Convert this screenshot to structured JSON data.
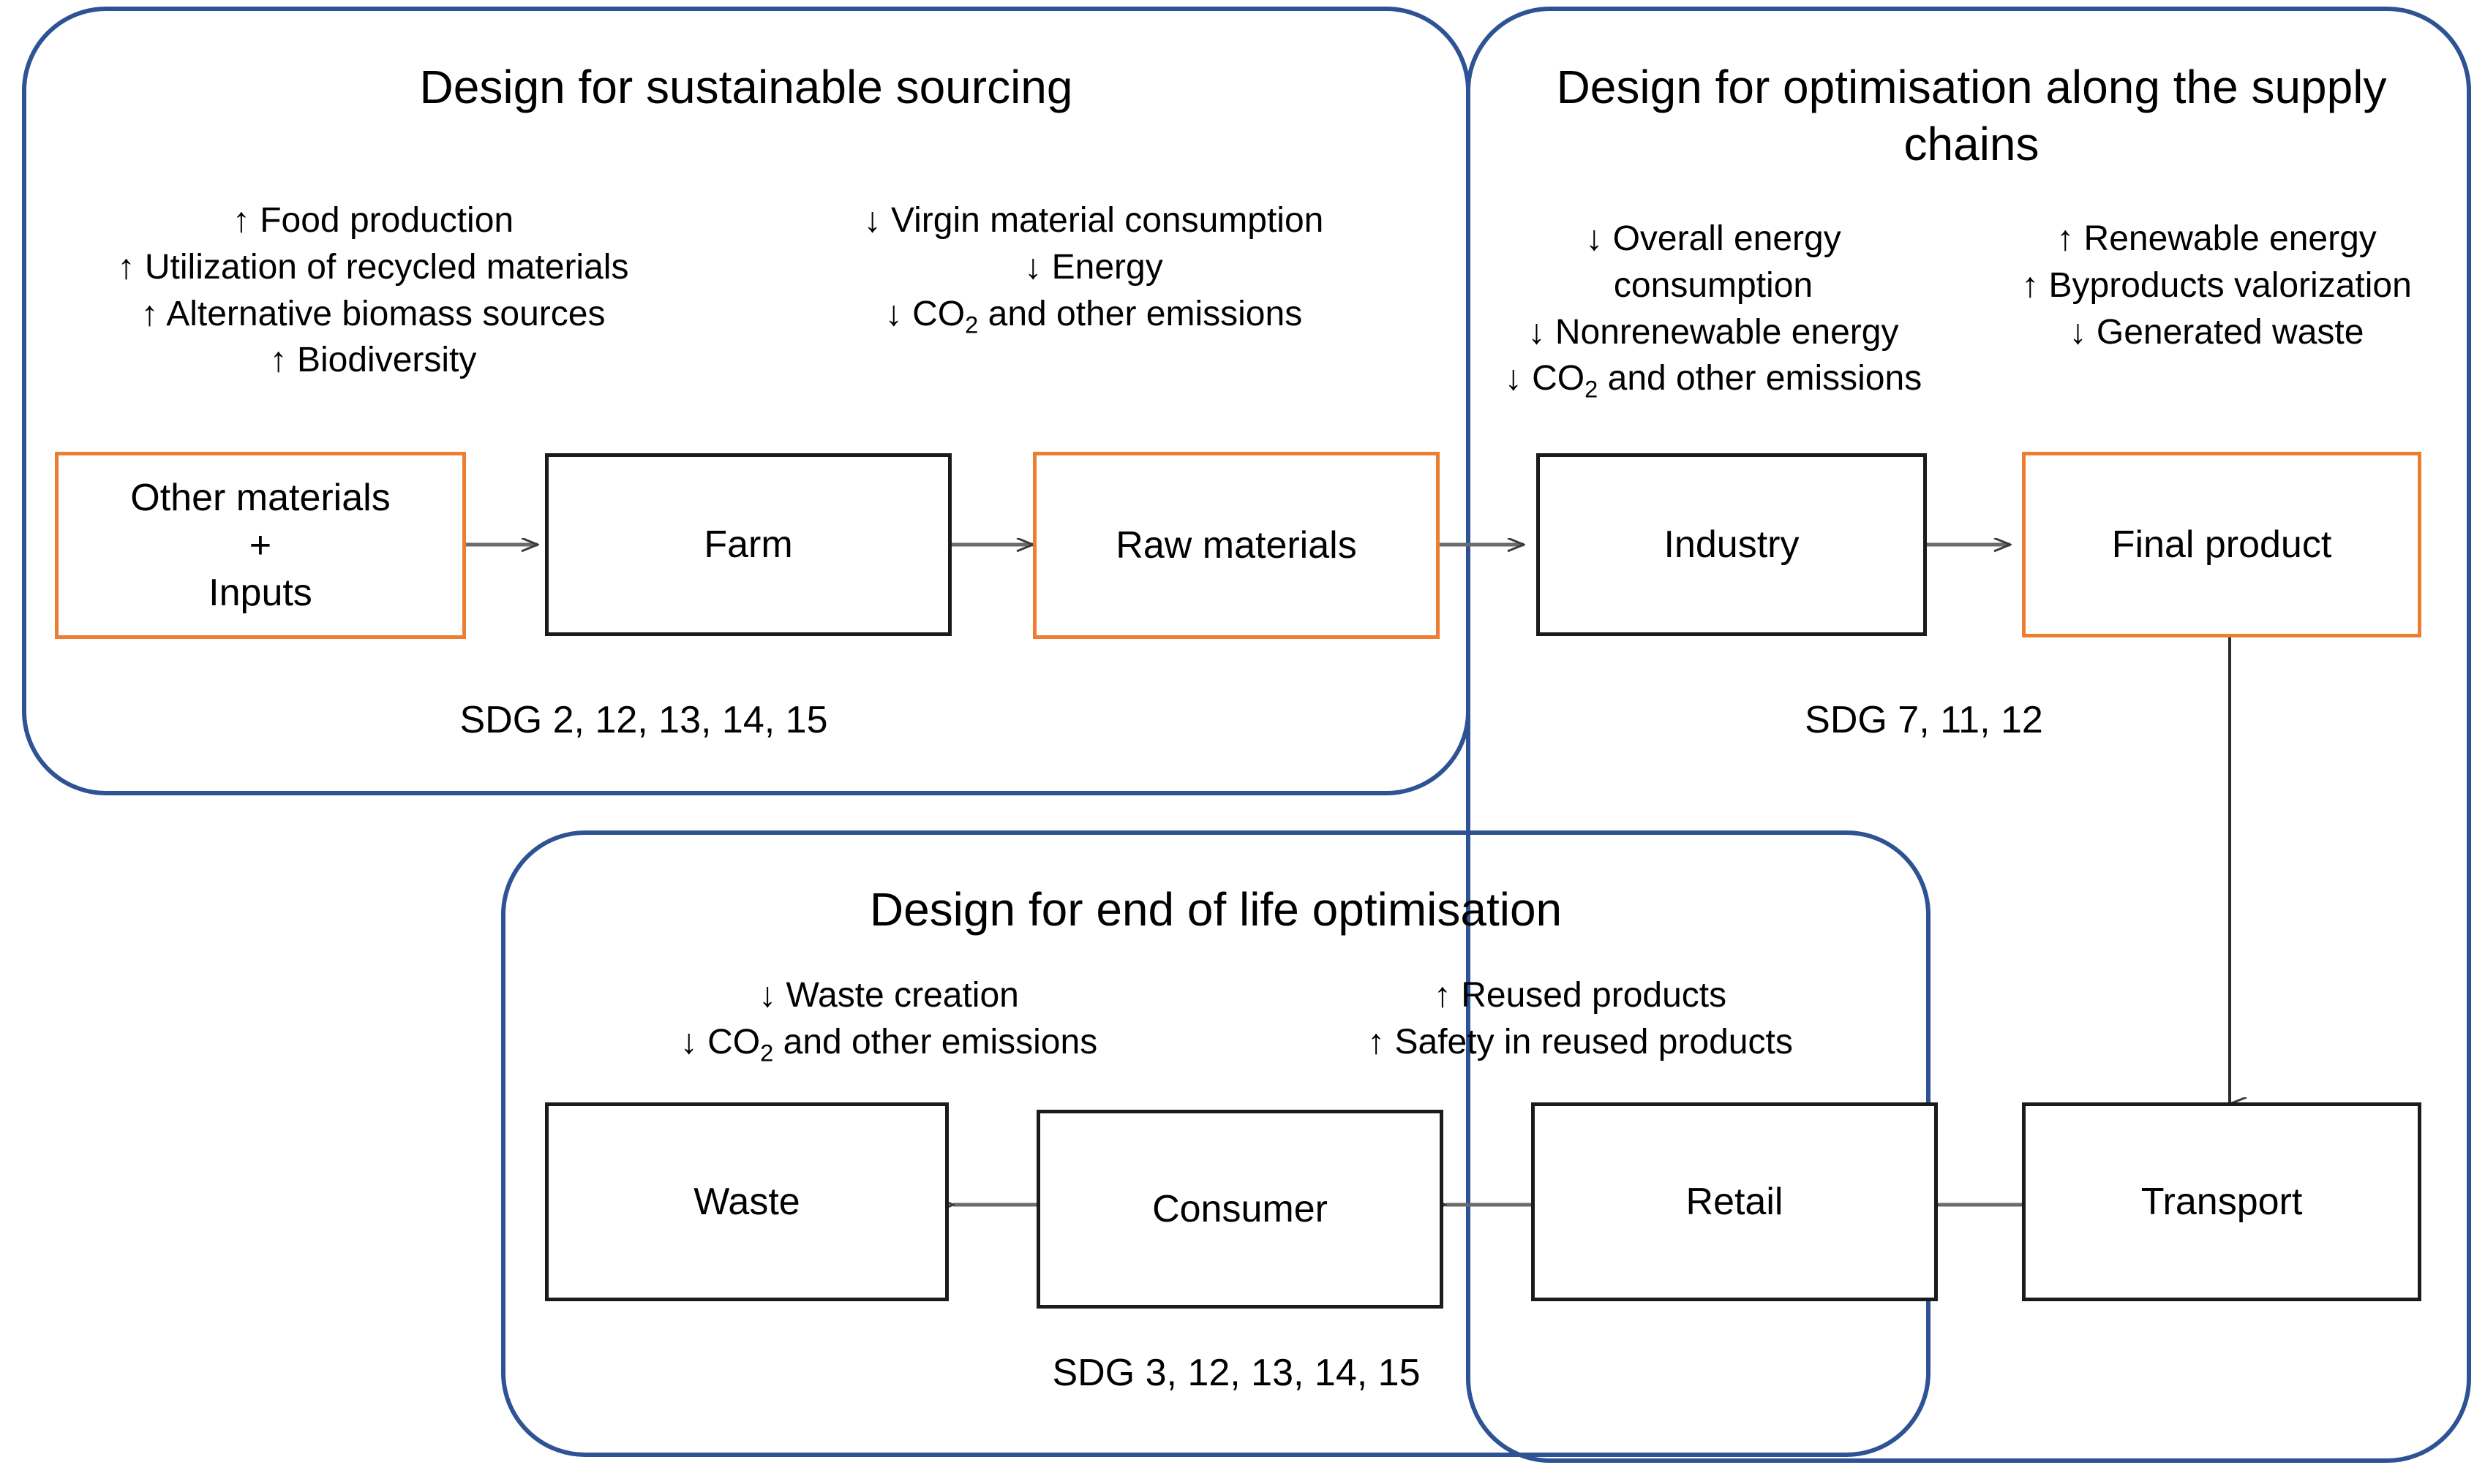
{
  "diagram": {
    "title_semantic": "Circular food supply chain design framework",
    "colors": {
      "panel_border": "#2E5395",
      "box_black": "#1b1b1b",
      "box_orange": "#ED7D31",
      "background": "#FFFFFF",
      "text": "#000000"
    }
  },
  "panels": [
    {
      "id": "sourcing",
      "title": "Design for sustainable sourcing",
      "bullets_left": [
        "↑ Food production",
        "↑ Utilization of recycled materials",
        "↑ Alternative biomass sources",
        "↑ Biodiversity"
      ],
      "bullets_right_line1": "↓ Virgin material consumption",
      "bullets_right_line2": "↓ Energy",
      "bullets_right_line3_pre": "↓ CO",
      "bullets_right_line3_sub": "2",
      "bullets_right_line3_post": " and other emissions",
      "sdg": "SDG 2, 12, 13, 14, 15"
    },
    {
      "id": "optimisation",
      "title": "Design for optimisation along the supply chains",
      "bullets_left_line1": "↓ Overall energy",
      "bullets_left_line2": "consumption",
      "bullets_left_line3": "↓ Nonrenewable energy",
      "bullets_left_line4_pre": "↓ CO",
      "bullets_left_line4_sub": "2",
      "bullets_left_line4_post": " and other emissions",
      "bullets_right": [
        "↑ Renewable energy",
        "↑ Byproducts valorization",
        "↓ Generated waste"
      ],
      "sdg": "SDG 7, 11, 12"
    },
    {
      "id": "endoflife",
      "title": "Design for end of life optimisation",
      "bullets_left_line1": "↓ Waste creation",
      "bullets_left_line2_pre": "↓ CO",
      "bullets_left_line2_sub": "2",
      "bullets_left_line2_post": " and other emissions",
      "bullets_right": [
        "↑ Reused products",
        "↑ Safety in reused products"
      ],
      "sdg": "SDG 3, 12, 13, 14, 15"
    }
  ],
  "nodes": {
    "other_materials_line1": "Other materials",
    "other_materials_line2": "+",
    "other_materials_line3": "Inputs",
    "farm": "Farm",
    "raw_materials": "Raw materials",
    "industry": "Industry",
    "final_product": "Final product",
    "transport": "Transport",
    "retail": "Retail",
    "consumer": "Consumer",
    "waste": "Waste"
  },
  "flow_order": [
    "Other materials + Inputs",
    "Farm",
    "Raw materials",
    "Industry",
    "Final product",
    "Transport",
    "Retail",
    "Consumer",
    "Waste"
  ]
}
